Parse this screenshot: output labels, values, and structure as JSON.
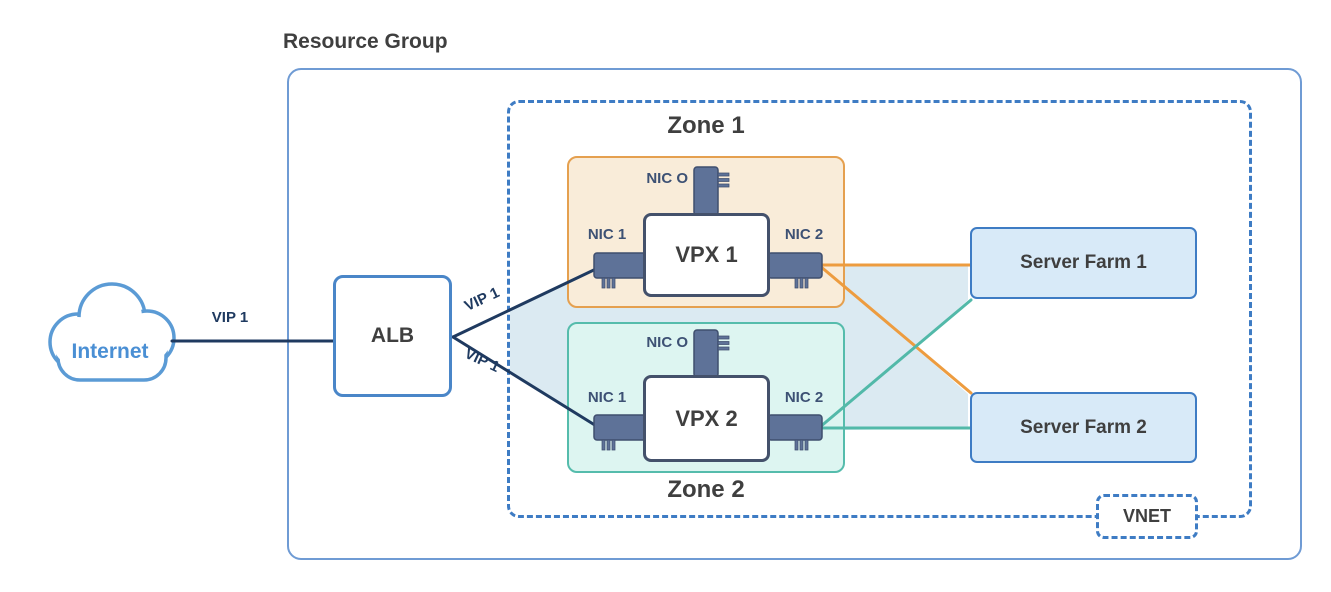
{
  "colors": {
    "navy_line": "#1f3a60",
    "orange_line": "#ed9c3f",
    "teal_line": "#52b9a9",
    "blue_border": "#3e7cc4",
    "rg_border": "#6f9bd4",
    "alb_border": "#4a86c8",
    "zone1_fill": "#f9ecd9",
    "zone1_border": "#e5a04f",
    "zone2_fill": "#ddf5f1",
    "zone2_border": "#55bcac",
    "farm_fill": "#d8eaf8",
    "vpx_border": "#44516b",
    "nic_fill": "#5e7298",
    "nic_border": "#3f4e6e",
    "cloud_blue": "#5b9bd5",
    "shade": "rgba(176,208,226,0.45)",
    "text_dark": "#3f3f3f",
    "text_nic": "#3d5174",
    "text_navy": "#1f3a60",
    "text_internet": "#4a8fd4"
  },
  "icons": {
    "internet_cloud": "cloud-outline-shape",
    "nic_connector": "chip-connector-with-pins"
  },
  "resource_group": {
    "label": "Resource Group"
  },
  "internet": {
    "label": "Internet"
  },
  "alb": {
    "label": "ALB"
  },
  "vip_links": {
    "internet_to_alb": "VIP 1",
    "alb_to_vpx1": "VIP 1",
    "alb_to_vpx2": "VIP 1"
  },
  "zones": [
    {
      "label": "Zone 1",
      "vpx": {
        "label": "VPX 1",
        "nics": {
          "nic0": "NIC O",
          "nic1": "NIC 1",
          "nic2": "NIC 2"
        }
      }
    },
    {
      "label": "Zone 2",
      "vpx": {
        "label": "VPX 2",
        "nics": {
          "nic0": "NIC O",
          "nic1": "NIC 1",
          "nic2": "NIC 2"
        }
      }
    }
  ],
  "server_farms": [
    {
      "label": "Server Farm 1"
    },
    {
      "label": "Server Farm 2"
    }
  ],
  "vnet": {
    "label": "VNET"
  }
}
